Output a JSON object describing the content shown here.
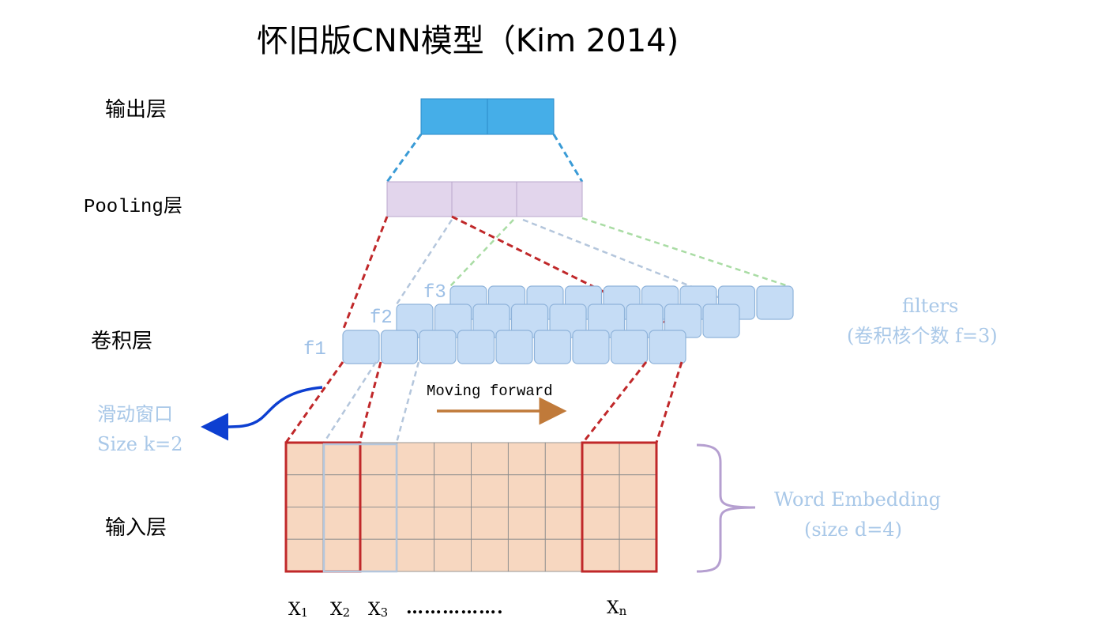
{
  "title": "怀旧版CNN模型（Kim 2014)",
  "layers": {
    "output": "输出层",
    "pooling": "Pooling层",
    "conv": "卷积层",
    "input": "输入层"
  },
  "filters": {
    "f1": "f1",
    "f2": "f2",
    "f3": "f3",
    "label_line1": "filters",
    "label_line2": "(卷积核个数 f=3)"
  },
  "window": {
    "line1": "滑动窗口",
    "line2": "Size k=2"
  },
  "moving": "Moving forward",
  "embedding": {
    "line1": "Word Embedding",
    "line2": "(size d=4)"
  },
  "tokens": {
    "x1_base": "X",
    "x1_sub": "1",
    "x2_base": "X",
    "x2_sub": "2",
    "x3_base": "X",
    "x3_sub": "3",
    "dots": "…………….",
    "xn_base": "X",
    "xn_sub": "n"
  },
  "colors": {
    "output_fill": "#45aee8",
    "pool_fill": "#e2d5ec",
    "filter_fill": "#c5dcf5",
    "filter_stroke": "#8fb3da",
    "input_fill": "#f7d7c0",
    "red": "#c0282a",
    "arrow_blue": "#0d3fd1",
    "arrow_orange": "#c07a3a",
    "brace": "#b59fd0"
  }
}
